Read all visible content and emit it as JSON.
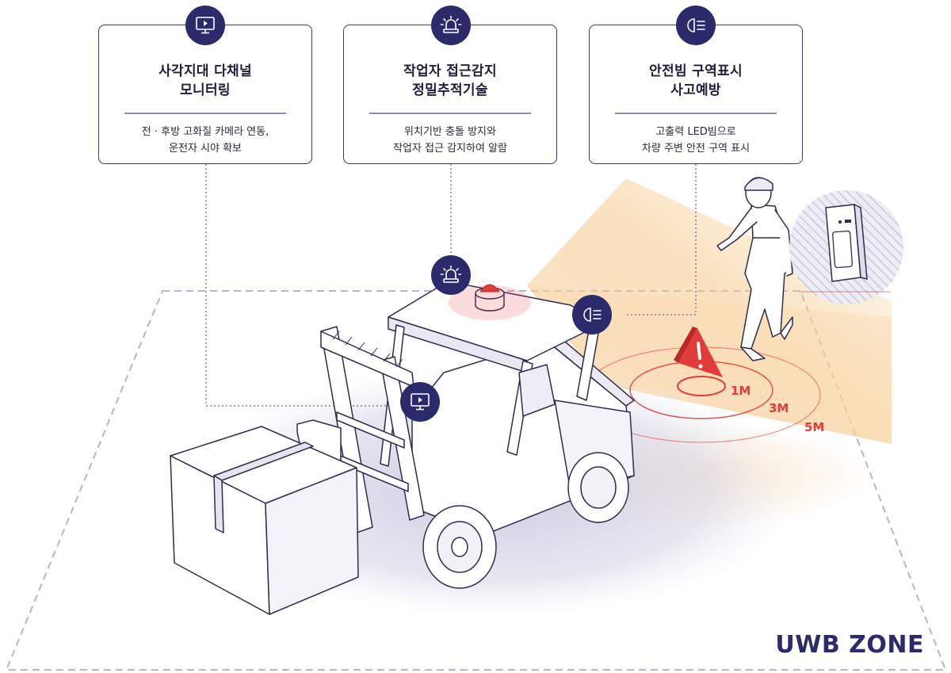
{
  "cards": [
    {
      "title_line1": "사각지대 다채널",
      "title_line2": "모니터링",
      "desc_line1": "전 · 후방 고화질 카메라 연동,",
      "desc_line2": "운전자 시야 확보",
      "icon": "monitor-icon"
    },
    {
      "title_line1": "작업자 접근감지",
      "title_line2": "정밀추적기술",
      "desc_line1": "위치기반 충돌 방지와",
      "desc_line2": "작업자 접근 감지하여 알람",
      "icon": "siren-icon"
    },
    {
      "title_line1": "안전빔 구역표시",
      "title_line2": "사고예방",
      "desc_line1": "고출력 LED빔으로",
      "desc_line2": "차량 주변 안전 구역 표시",
      "icon": "headlight-icon"
    }
  ],
  "distances": [
    "1M",
    "3M",
    "5M"
  ],
  "zone_label": "UWB ZONE",
  "colors": {
    "navy": "#2b2a6b",
    "alert_red": "#e23b3b",
    "beam_orange": "#f6c98a",
    "line_gray": "#6f6e93"
  }
}
